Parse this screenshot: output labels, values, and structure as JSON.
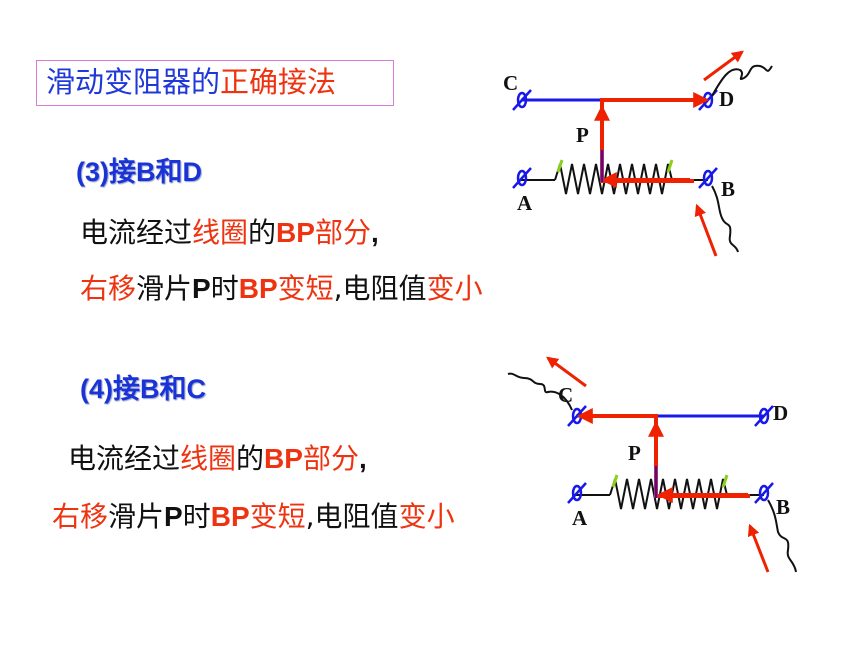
{
  "title": {
    "part1": "滑动变阻器的",
    "part2": "正确接法"
  },
  "case3": {
    "heading": "(3)接B和D",
    "line1": {
      "a": "电流经过",
      "b": "线圈",
      "c": "的",
      "d": "BP",
      "e": "部分",
      "f": ","
    },
    "line2": {
      "a": "右移",
      "b": "滑片",
      "c": "P",
      "d": "时",
      "e": "BP",
      "f": "变短",
      "g": ",电阻值",
      "h": "变小"
    }
  },
  "case4": {
    "heading": "(4)接B和C",
    "line1": {
      "a": "电流经过",
      "b": "线圈",
      "c": "的",
      "d": "BP",
      "e": "部分",
      "f": ","
    },
    "line2": {
      "a": "右移",
      "b": "滑片",
      "c": "P",
      "d": "时",
      "e": "BP",
      "f": "变短",
      "g": ",电阻值",
      "h": "变小"
    }
  },
  "diagram1": {
    "label_c": "C",
    "label_d": "D",
    "label_p": "P",
    "label_a": "A",
    "label_b": "B"
  },
  "diagram2": {
    "label_c": "C",
    "label_d": "D",
    "label_p": "P",
    "label_a": "A",
    "label_b": "B"
  },
  "colors": {
    "wire": "#1818e8",
    "current": "#ee2200",
    "text_blue": "#1f38d8",
    "text_red": "#ee3311",
    "frame": "#d87ad8"
  }
}
